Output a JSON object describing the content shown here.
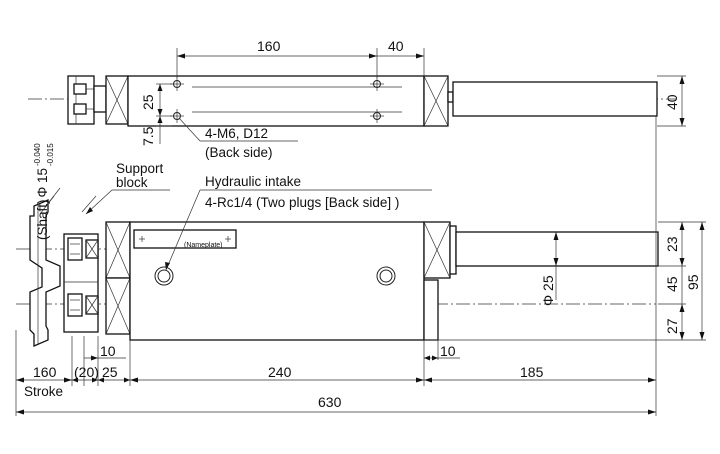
{
  "top_view": {
    "dim_160": "160",
    "dim_40_top": "40",
    "dim_25": "25",
    "dim_7_5": "7.5",
    "dim_40_right": "40",
    "hole_spec": "4-M6, D12",
    "hole_spec_note": "(Back side)"
  },
  "front_view": {
    "shaft_prefix": "(Shaft)",
    "shaft_dia": "Φ 15",
    "shaft_tol_upper": "-0.040",
    "shaft_tol_lower": "-0.015",
    "support_block_line1": "Support",
    "support_block_line2": "block",
    "hydraulic_title": "Hydraulic intake",
    "hydraulic_spec": "4-Rc1/4 (Two plugs [Back side] )",
    "nameplate": "(Nameplate)",
    "dia_25": "Φ 25",
    "dim_23": "23",
    "dim_45": "45",
    "dim_27": "27",
    "dim_95": "95"
  },
  "bottom_dims": {
    "dim_10_left": "10",
    "dim_10_right": "10",
    "dim_160": "160",
    "dim_20": "(20)",
    "dim_25": "25",
    "dim_240": "240",
    "dim_185": "185",
    "stroke": "Stroke",
    "dim_630": "630"
  }
}
